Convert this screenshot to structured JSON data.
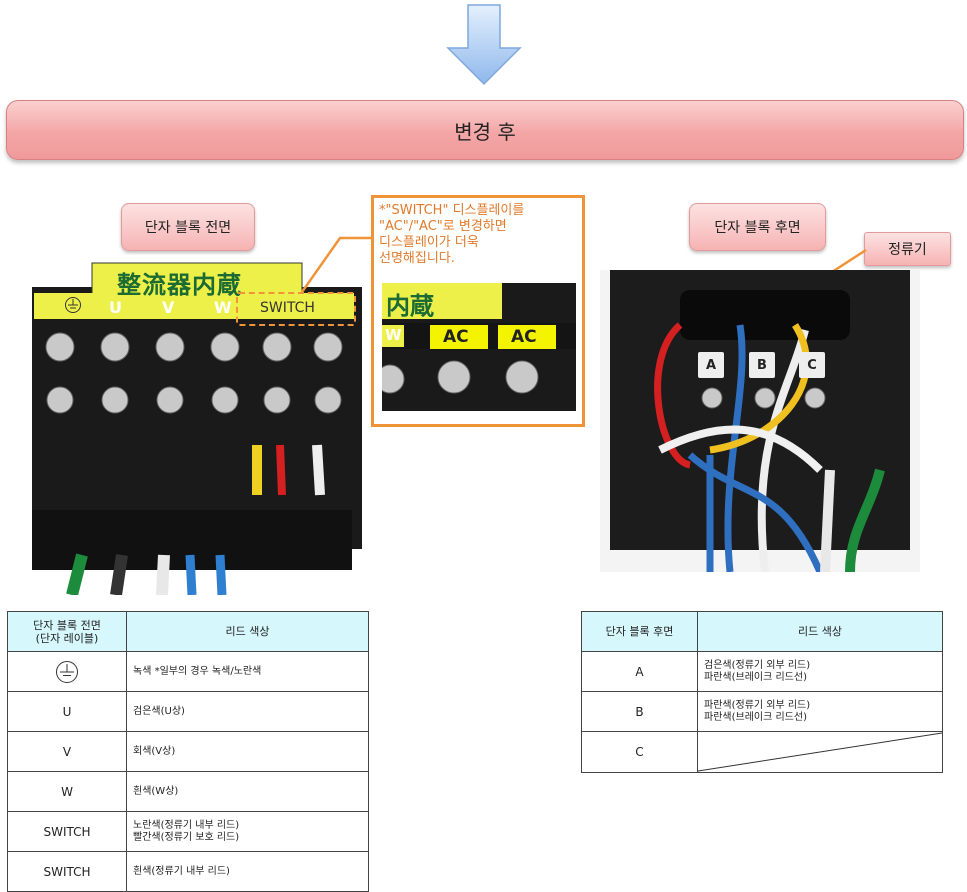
{
  "banner": {
    "title": "변경 후"
  },
  "front": {
    "title": "단자 블록 전면",
    "photo_plate": "整流器内蔵",
    "photo_labels": [
      "U",
      "V",
      "W",
      "SWITCH"
    ]
  },
  "note": {
    "text": "*\"SWITCH\" 디스플레이를\n\"AC\"/\"AC\"로 변경하면\n디스플레이가 더욱\n선명해집니다.",
    "zoom_plate": "内蔵",
    "zoom_labels": [
      "W",
      "AC",
      "AC"
    ]
  },
  "rear": {
    "title": "단자 블록 후면",
    "callout": "정류기",
    "terminal_labels": [
      "A",
      "B",
      "C"
    ]
  },
  "front_table": {
    "headers": [
      "단자 블록 전면\n(단자 레이블)",
      "리드 색상"
    ],
    "rows": [
      {
        "label": "",
        "icon": "ground-icon",
        "lead": "녹색 *일부의 경우 녹색/노란색"
      },
      {
        "label": "U",
        "lead": "검은색(U상)"
      },
      {
        "label": "V",
        "lead": "회색(V상)"
      },
      {
        "label": "W",
        "lead": "흰색(W상)"
      },
      {
        "label": "SWITCH",
        "lead": "노란색(정류기 내부 리드)\n빨간색(정류기 보호 리드)"
      },
      {
        "label": "SWITCH",
        "lead": "흰색(정류기 내부 리드)"
      }
    ]
  },
  "rear_table": {
    "headers": [
      "단자 블록 후면",
      "리드 색상"
    ],
    "rows": [
      {
        "label": "A",
        "lead": "검은색(정류기 외부 리드)\n파란색(브레이크 리드선)"
      },
      {
        "label": "B",
        "lead": "파란색(정류기 외부 리드)\n파란색(브레이크 리드선)"
      },
      {
        "label": "C",
        "lead": ""
      }
    ]
  },
  "colors": {
    "accent_orange": "#f0943a",
    "banner_pink": "#f4a6a6",
    "header_cyan": "#d6f7fb",
    "arrow_blue": "#9cc3f0"
  }
}
